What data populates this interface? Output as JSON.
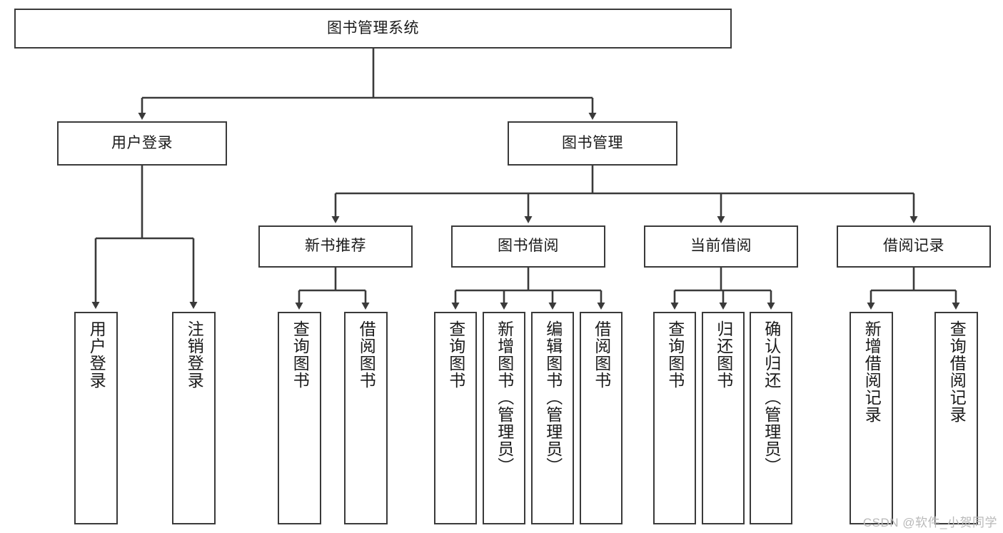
{
  "diagram": {
    "title": "图书管理系统",
    "type": "tree-hierarchy-diagram",
    "root": {
      "id": "root",
      "label": "图书管理系统"
    },
    "level2": [
      {
        "id": "user-login",
        "label": "用户登录"
      },
      {
        "id": "book-manage",
        "label": "图书管理"
      }
    ],
    "level3": [
      {
        "id": "new-book-rec",
        "label": "新书推荐"
      },
      {
        "id": "book-borrow",
        "label": "图书借阅"
      },
      {
        "id": "current-borrow",
        "label": "当前借阅"
      },
      {
        "id": "borrow-record",
        "label": "借阅记录"
      }
    ],
    "leaves": {
      "user_login": [
        {
          "id": "leaf-user-login",
          "label": "用户登录"
        },
        {
          "id": "leaf-logout-login",
          "label": "注销登录"
        }
      ],
      "new_book_rec": [
        {
          "id": "leaf-query-book-1",
          "label": "查询图书"
        },
        {
          "id": "leaf-borrow-book-1",
          "label": "借阅图书"
        }
      ],
      "book_borrow": [
        {
          "id": "leaf-query-book-2",
          "label": "查询图书"
        },
        {
          "id": "leaf-add-book",
          "label": "新增图书（管理员）"
        },
        {
          "id": "leaf-edit-book",
          "label": "编辑图书（管理员）"
        },
        {
          "id": "leaf-borrow-book-2",
          "label": "借阅图书"
        }
      ],
      "current_borrow": [
        {
          "id": "leaf-query-book-3",
          "label": "查询图书"
        },
        {
          "id": "leaf-return-book",
          "label": "归还图书"
        },
        {
          "id": "leaf-confirm-return",
          "label": "确认归还（管理员）"
        }
      ],
      "borrow_record": [
        {
          "id": "leaf-add-record",
          "label": "新增借阅记录"
        },
        {
          "id": "leaf-query-record",
          "label": "查询借阅记录"
        }
      ]
    },
    "colors": {
      "stroke": "#3a3a3a",
      "fill": "#ffffff",
      "text": "#1a1a1a",
      "watermark": "#b9b9b9"
    }
  },
  "watermark": {
    "text": "CSDN @软件_小贺同学"
  }
}
